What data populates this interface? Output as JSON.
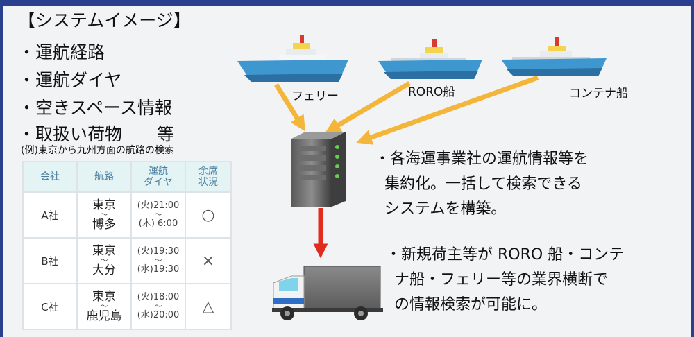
{
  "heading": "【システムイメージ】",
  "bullets": [
    "・運航経路",
    "・運航ダイヤ",
    "・空きスペース情報",
    "・取扱い荷物　　等"
  ],
  "example_caption": "(例)東京から九州方面の航路の検索",
  "table": {
    "headers": [
      {
        "line1": "会社",
        "line2": ""
      },
      {
        "line1": "航路",
        "line2": ""
      },
      {
        "line1": "運航",
        "line2": "ダイヤ"
      },
      {
        "line1": "余席",
        "line2": "状況"
      }
    ],
    "rows": [
      {
        "company": "A社",
        "from": "東京",
        "to": "博多",
        "dep": "(火)21:00",
        "arr": "(木) 6:00",
        "seat": "○"
      },
      {
        "company": "B社",
        "from": "東京",
        "to": "大分",
        "dep": "(火)19:30",
        "arr": "(水)19:30",
        "seat": "×"
      },
      {
        "company": "C社",
        "from": "東京",
        "to": "鹿児島",
        "dep": "(火)18:00",
        "arr": "(水)20:00",
        "seat": "△"
      }
    ],
    "range_mark": "〜"
  },
  "ships": [
    {
      "label": "フェリー"
    },
    {
      "label": "RORO船"
    },
    {
      "label": "コンテナ船"
    }
  ],
  "description": {
    "point1": [
      "・各海運事業社の運航情報等を",
      "集約化。一括して検索できる",
      "システムを構築。"
    ],
    "point2": [
      "・新規荷主等が RORO 船・コンテ",
      "ナ船・フェリー等の業界横断で",
      "の情報検索が可能に。"
    ]
  },
  "colors": {
    "frame": "#2b3f8f",
    "arrow_orange": "#f4b63a",
    "arrow_red": "#e22b1f",
    "ship_hull": "#3f97cf",
    "table_header_bg": "#e4f3f3"
  },
  "icons": [
    "ship-icon",
    "server-icon",
    "truck-icon"
  ]
}
